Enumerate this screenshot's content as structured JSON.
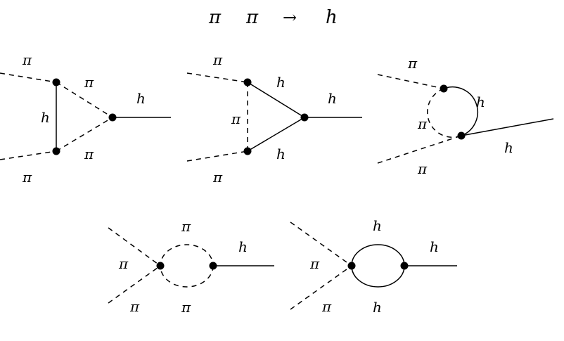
{
  "title": {
    "initial_1": "π",
    "initial_2": "π",
    "arrow": "→",
    "final": "h"
  },
  "particles": {
    "pion": "π",
    "higgs": "h"
  }
}
